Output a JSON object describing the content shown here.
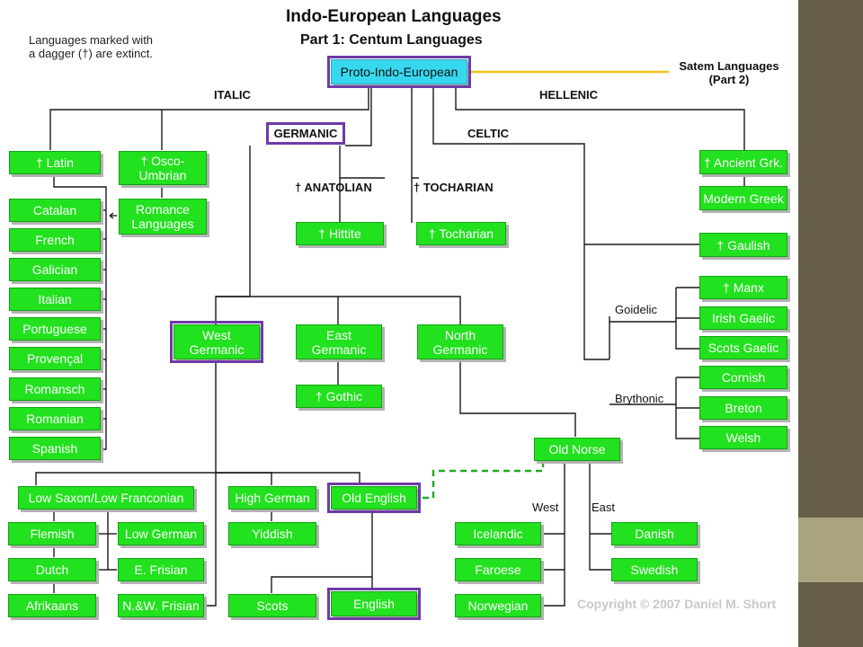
{
  "header": {
    "title": "Indo-European Languages",
    "subtitle": "Part 1: Centum Languages",
    "note": "Languages marked with\na dagger (†) are extinct."
  },
  "root": {
    "label": "Proto-Indo-European"
  },
  "satem": {
    "label": "Satem Languages\n(Part 2)"
  },
  "branches": {
    "italic": "ITALIC",
    "hellenic": "HELLENIC",
    "germanic": "GERMANIC",
    "celtic": "CELTIC",
    "anatolian": "† ANATOLIAN",
    "tocharian": "† TOCHARIAN",
    "goidelic": "Goidelic",
    "brythonic": "Brythonic",
    "west": "West",
    "east": "East"
  },
  "italic": {
    "latin": "† Latin",
    "osco": "† Osco-\nUmbrian",
    "romance": "Romance\nLanguages",
    "langs": [
      "Catalan",
      "French",
      "Galician",
      "Italian",
      "Portuguese",
      "Provençal",
      "Romansch",
      "Romanian",
      "Spanish"
    ]
  },
  "anatolian": {
    "hittite": "† Hittite"
  },
  "tocharian": {
    "tocharian": "† Tocharian"
  },
  "hellenic": {
    "ancient": "† Ancient Grk.",
    "modern": "Modern Greek"
  },
  "celtic": {
    "gaulish": "† Gaulish",
    "goidelic": [
      "† Manx",
      "Irish Gaelic",
      "Scots Gaelic"
    ],
    "brythonic": [
      "Cornish",
      "Breton",
      "Welsh"
    ]
  },
  "germanic": {
    "west": "West\nGermanic",
    "east": "East\nGermanic",
    "north": "North\nGermanic",
    "gothic": "† Gothic",
    "old_norse": "Old Norse",
    "low_saxon": "Low Saxon/Low Franconian",
    "high_german": "High German",
    "old_english": "Old English",
    "flemish": "Flemish",
    "low_german": "Low German",
    "yiddish": "Yiddish",
    "dutch": "Dutch",
    "e_frisian": "E. Frisian",
    "afrikaans": "Afrikaans",
    "nw_frisian": "N.&W. Frisian",
    "scots": "Scots",
    "english": "English",
    "icelandic": "Icelandic",
    "faroese": "Faroese",
    "norwegian": "Norwegian",
    "danish": "Danish",
    "swedish": "Swedish"
  },
  "copyright": "Copyright © 2007 Daniel M. Short",
  "colors": {
    "node": "#22e11e",
    "root": "#37d8ef",
    "highlight": "#6d3ba6",
    "satem_line": "#f3c21a",
    "sidebar_dark": "#675e47",
    "sidebar_light": "#aaa37f"
  }
}
